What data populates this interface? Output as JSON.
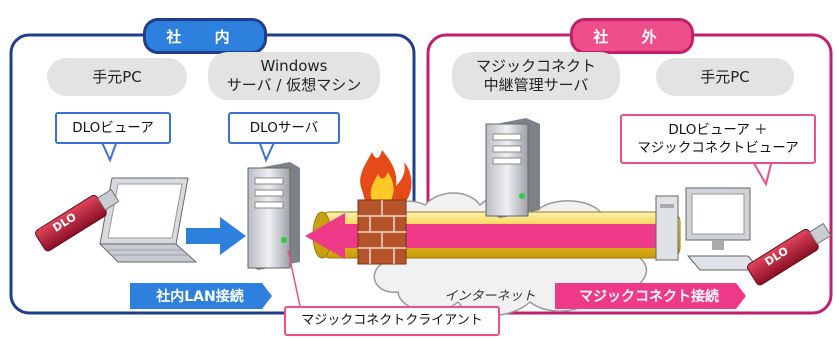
{
  "inside": {
    "title": "社 内",
    "local_pc": "手元PC",
    "windows_line1": "Windows",
    "windows_line2": "サーバ / 仮想マシン",
    "viewer_callout": "DLOビューア",
    "server_callout": "DLOサーバ",
    "lan_label": "社内LAN接続",
    "client_label": "マジックコネクトクライアント"
  },
  "outside": {
    "title": "社 外",
    "relay_line1": "マジックコネクト",
    "relay_line2": "中継管理サーバ",
    "local_pc": "手元PC",
    "viewer_line1": "DLOビューア ＋",
    "viewer_line2": "マジックコネクトビューア",
    "internet_label": "インターネット",
    "connect_label": "マジックコネクト接続"
  },
  "usb_brand": "DLO",
  "colors": {
    "inside": "#1f3f8c",
    "outside": "#c21f6e",
    "tube": "#f1c21b",
    "arrow_blue": "#2e80de",
    "arrow_pink": "#ee3a88"
  }
}
